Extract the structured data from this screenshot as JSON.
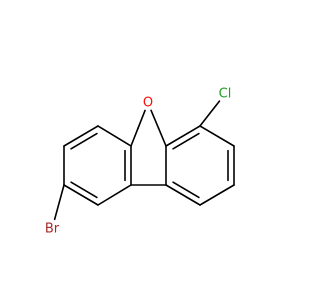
{
  "molecule": {
    "atoms": {
      "oxygen": {
        "label": "O",
        "color": "#ff0d0d"
      },
      "chlorine": {
        "label": "Cl",
        "color": "#1fa01f"
      },
      "bromine": {
        "label": "Br",
        "color": "#a62929"
      }
    },
    "bond_color": "#000000"
  }
}
